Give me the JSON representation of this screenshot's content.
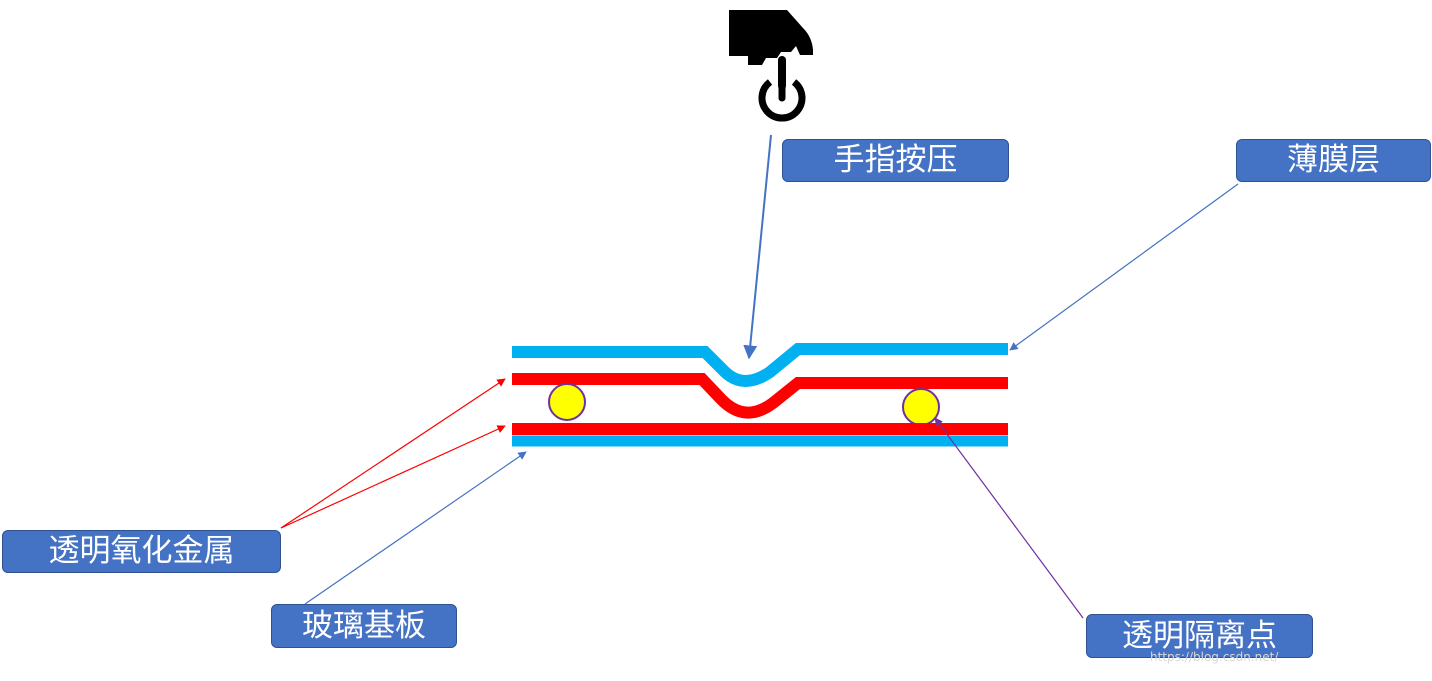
{
  "labels": {
    "finger_press": "手指按压",
    "film_layer": "薄膜层",
    "transparent_metal_oxide": "透明氧化金属",
    "glass_substrate": "玻璃基板",
    "transparent_spacer_dot": "透明隔离点"
  },
  "watermark": "https://blog.csdn.net/",
  "icons": {
    "finger": "hand-pointing-down-icon",
    "power": "power-icon"
  },
  "colors": {
    "film_layer": "#00B0F0",
    "oxide_layer": "#FF0000",
    "spacer_dot": "#FFFF00",
    "label_box": "#4472C4",
    "press_arrow": "#4472C4",
    "ito_arrow": "#FF0000",
    "spacer_arrow": "#7030A0"
  }
}
